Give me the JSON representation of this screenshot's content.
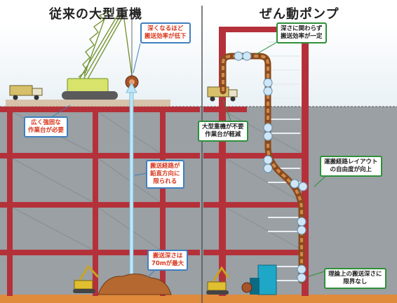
{
  "panels": {
    "left": {
      "title": "従来の大型重機",
      "callouts": {
        "top": [
          "深くなるほど",
          "搬送効率が低下"
        ],
        "platform": [
          "広く強固な",
          "作業台が必要"
        ],
        "vertical": [
          "搬送経路が",
          "鉛直方向に",
          "限られる"
        ],
        "depth": [
          "搬送深さは",
          "70mが最大"
        ]
      }
    },
    "right": {
      "title": "ぜん動ポンプ",
      "callouts": {
        "top": [
          "深さに関わらず",
          "搬送効率が一定"
        ],
        "heavy": [
          "大型重機が不要",
          "作業台が軽減"
        ],
        "layout": [
          "運搬経路レイアウト",
          "の自由度が向上"
        ],
        "depth": [
          "理論上の搬送深さに",
          "限界なし"
        ]
      }
    }
  },
  "colors": {
    "frame_red": "#b5313a",
    "ground_gray": "#9aa0a4",
    "callout_green": "#2f8f3a",
    "callout_blue": "#3f7fbf",
    "alert_text": "#d9381e",
    "hose_brown": "#8a4a1e",
    "bulb_blue": "#cfe6f6"
  }
}
